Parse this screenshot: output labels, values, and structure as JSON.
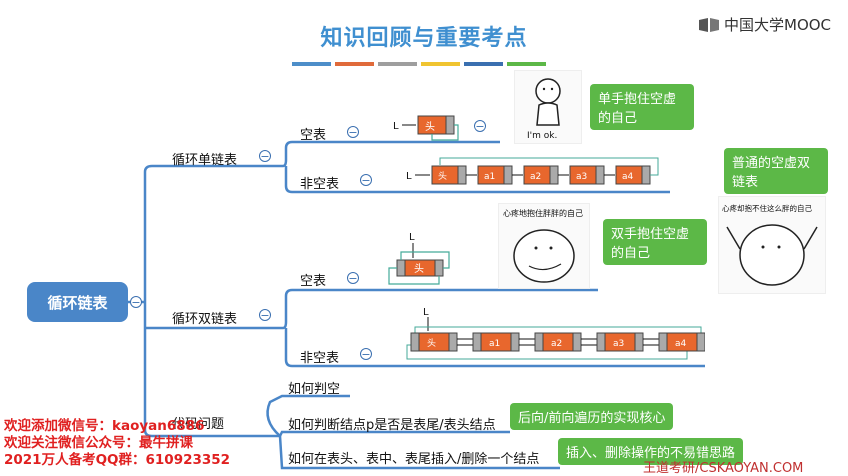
{
  "header": {
    "title": "知识回顾与重要考点",
    "logo_text": "中国大学MOOC",
    "bar_colors": [
      "#4d8ec9",
      "#e06a3a",
      "#9e9e9e",
      "#f0c430",
      "#3a6fb0",
      "#5cb847"
    ]
  },
  "mindmap": {
    "root": "循环链表",
    "branches": [
      {
        "label": "循环单链表",
        "children": [
          "空表",
          "非空表"
        ]
      },
      {
        "label": "循环双链表",
        "children": [
          "空表",
          "非空表"
        ]
      },
      {
        "label": "代码问题",
        "children": [
          "如何判空",
          "如何判断结点p是否是表尾/表头结点",
          "如何在表头、表中、表尾插入/删除一个结点"
        ]
      }
    ],
    "collapse_symbol": "⊖"
  },
  "diagrams": {
    "head_label": "头",
    "pointer_label": "L",
    "single_nodes": [
      "a1",
      "a2",
      "a3",
      "a4"
    ],
    "double_nodes": [
      "a1",
      "a2",
      "a3",
      "a4"
    ]
  },
  "callouts": {
    "c1": "单手抱住空虚的自己",
    "c2": "普通的空虚双链表",
    "c3": "双手抱住空虚的自己",
    "c4": "后向/前向遍历的实现核心",
    "c5": "插入、删除操作的不易错思路"
  },
  "images": {
    "img1_caption": "I'm ok.",
    "img2_caption": "心疼地抱住胖胖的自己",
    "img3_caption": "心疼却抱不住这么胖的自己"
  },
  "watermark": {
    "line1": "欢迎添加微信号：kaoyan6886",
    "line2": "欢迎关注微信公众号：最牛拼课",
    "line3": "2021万人备考QQ群：610923352"
  },
  "footer": {
    "text": "王道考研/CSKAOYAN.COM"
  }
}
